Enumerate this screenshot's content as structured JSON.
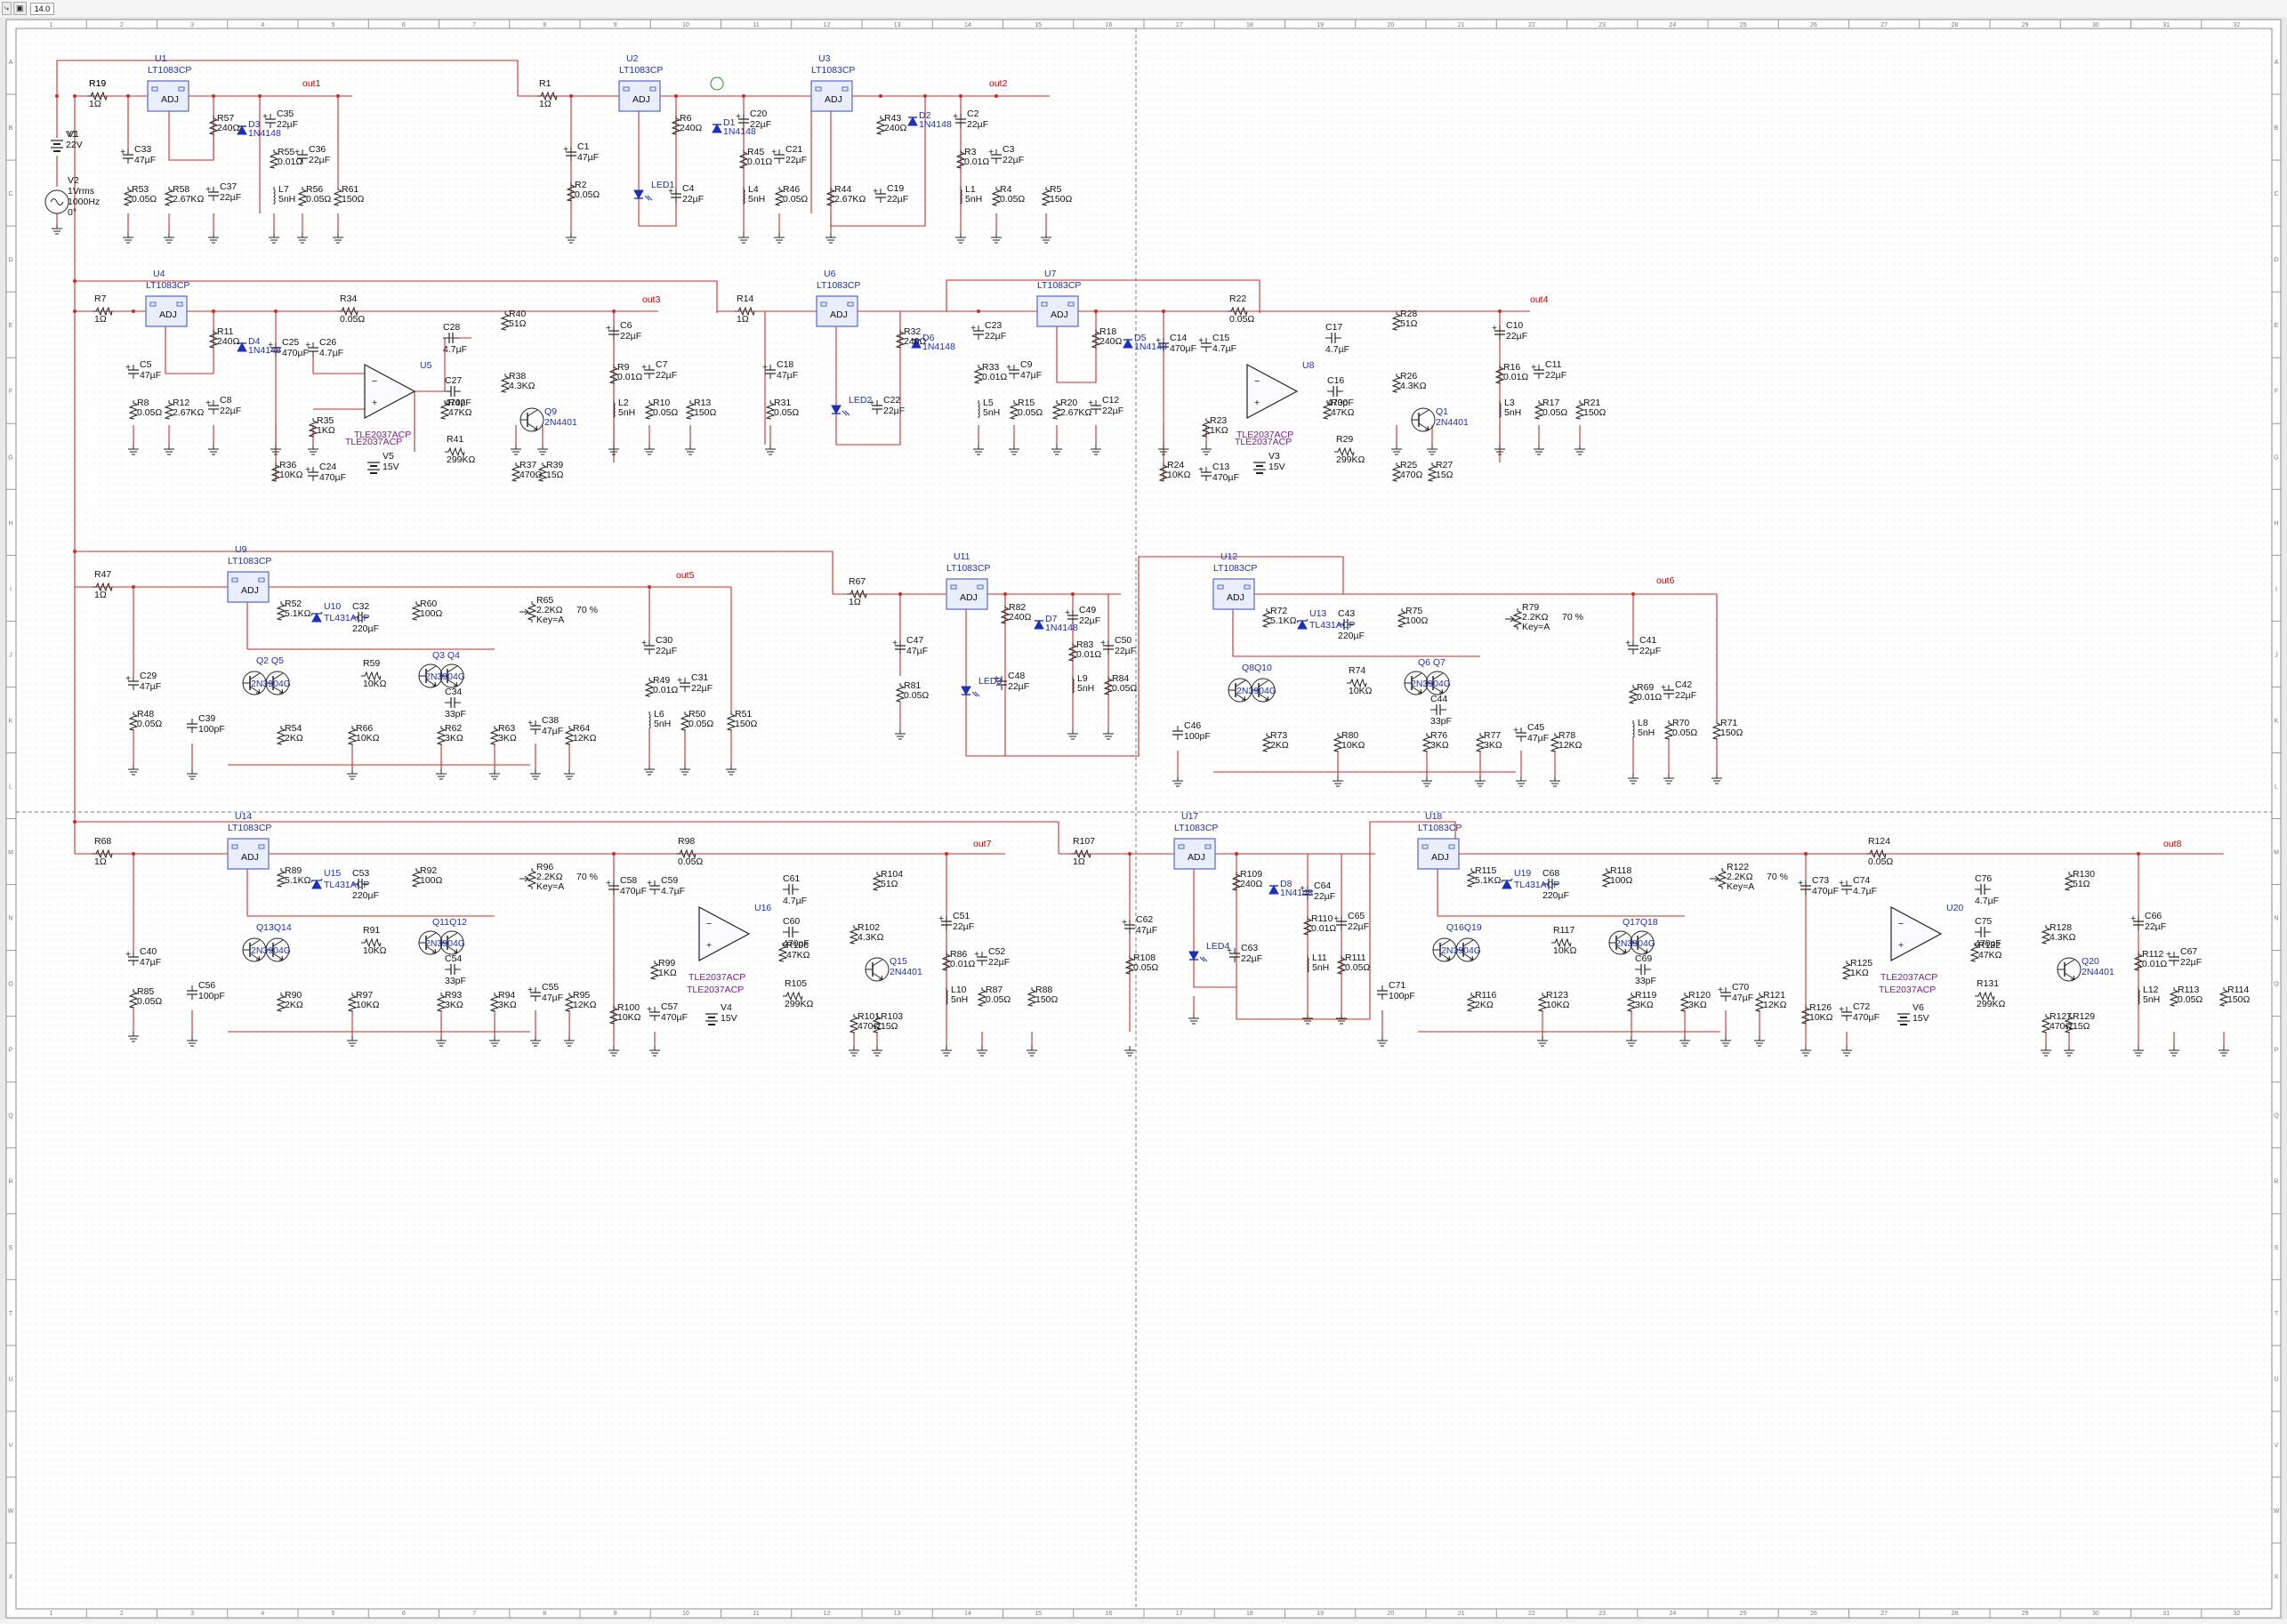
{
  "toolbar": {
    "buttons": [
      {
        "name": "hand-tool-icon",
        "label": "⤷"
      },
      {
        "name": "zoom-box-icon",
        "label": "▣"
      }
    ],
    "zoom_value": "14.0"
  },
  "colors": {
    "wire": "#cc2b2b",
    "component": "#222222",
    "reference": "#1f2fb5",
    "net_label": "#cc0000",
    "opamp_part": "#7a1f8a",
    "ic_fill": "#e8eefc",
    "ic_stroke": "#5566cc",
    "grid_dot": "#d2d2d2",
    "sheet_bg": "#ffffff"
  },
  "col_labels": [
    "1",
    "2",
    "3",
    "4",
    "5",
    "6",
    "7",
    "8",
    "9",
    "10",
    "11",
    "12",
    "13",
    "14",
    "15",
    "16",
    "17",
    "18",
    "19",
    "20",
    "21",
    "22",
    "23",
    "24",
    "25",
    "26",
    "27",
    "28",
    "29",
    "30",
    "31",
    "32"
  ],
  "row_labels": [
    "A",
    "B",
    "C",
    "D",
    "E",
    "F",
    "G",
    "H",
    "I",
    "J",
    "K",
    "L",
    "M",
    "N",
    "O",
    "P",
    "Q",
    "R",
    "S",
    "T",
    "U",
    "V",
    "W",
    "X"
  ],
  "sources": {
    "v1": {
      "ref": "V1",
      "value": "22V"
    },
    "v2": {
      "ref": "V2",
      "l1": "1Vrms",
      "l2": "1000Hz",
      "l3": "0°"
    }
  },
  "nets": [
    "out1",
    "out2",
    "out3",
    "out4",
    "out5",
    "out6",
    "out7",
    "out8"
  ],
  "regulators": [
    {
      "ref": "U1",
      "part": "LT1083CP"
    },
    {
      "ref": "U2",
      "part": "LT1083CP"
    },
    {
      "ref": "U3",
      "part": "LT1083CP"
    },
    {
      "ref": "U4",
      "part": "LT1083CP"
    },
    {
      "ref": "U6",
      "part": "LT1083CP"
    },
    {
      "ref": "U7",
      "part": "LT1083CP"
    },
    {
      "ref": "U9",
      "part": "LT1083CP"
    },
    {
      "ref": "U11",
      "part": "LT1083CP"
    },
    {
      "ref": "U12",
      "part": "LT1083CP"
    },
    {
      "ref": "U14",
      "part": "LT1083CP"
    },
    {
      "ref": "U17",
      "part": "LT1083CP"
    },
    {
      "ref": "U18",
      "part": "LT1083CP"
    }
  ],
  "regulator_pin_text": "ADJ",
  "opamps": [
    {
      "ref": "U5",
      "part": "TLE2037ACP"
    },
    {
      "ref": "U8",
      "part": "TLE2037ACP"
    },
    {
      "ref": "U16",
      "part": "TLE2037ACP"
    },
    {
      "ref": "U20",
      "part": "TLE2037ACP"
    }
  ],
  "shunt_refs": [
    {
      "ref": "U10",
      "part": "TL431ACP"
    },
    {
      "ref": "U13",
      "part": "TL431ACP"
    },
    {
      "ref": "U15",
      "part": "TL431ACP"
    },
    {
      "ref": "U19",
      "part": "TL431ACP"
    }
  ],
  "diodes": [
    {
      "ref": "D1",
      "part": "1N4148"
    },
    {
      "ref": "D2",
      "part": "1N4148"
    },
    {
      "ref": "D3",
      "part": "1N4148"
    },
    {
      "ref": "D4",
      "part": "1N4148"
    },
    {
      "ref": "D5",
      "part": "1N4148"
    },
    {
      "ref": "D6",
      "part": "1N4148"
    },
    {
      "ref": "D7",
      "part": "1N4148"
    },
    {
      "ref": "D8",
      "part": "1N4148"
    }
  ],
  "leds": [
    "LED1",
    "LED2",
    "LED3",
    "LED4"
  ],
  "batteries": [
    {
      "ref": "V5",
      "value": "15V"
    },
    {
      "ref": "V3",
      "value": "15V"
    },
    {
      "ref": "V4",
      "value": "15V"
    },
    {
      "ref": "V6",
      "value": "15V"
    }
  ],
  "transistors_single": [
    {
      "ref": "Q9",
      "part": "2N4401"
    },
    {
      "ref": "Q1",
      "part": "2N4401"
    },
    {
      "ref": "Q15",
      "part": "2N4401"
    },
    {
      "ref": "Q20",
      "part": "2N4401"
    }
  ],
  "transistor_pairs": [
    {
      "refs": "Q2 Q5",
      "part": "2N3904G"
    },
    {
      "refs": "Q3 Q4",
      "part": "2N3904G"
    },
    {
      "refs": "Q8Q10",
      "part": "2N3904G"
    },
    {
      "refs": "Q6 Q7",
      "part": "2N3904G"
    },
    {
      "refs": "Q13Q14",
      "part": "2N3904G"
    },
    {
      "refs": "Q11Q12",
      "part": "2N3904G"
    },
    {
      "refs": "Q16Q19",
      "part": "2N3904G"
    },
    {
      "refs": "Q17Q18",
      "part": "2N3904G"
    }
  ],
  "pots": [
    {
      "ref": "R65",
      "value": "2.2KΩ",
      "key": "Key=A",
      "pct": "70 %"
    },
    {
      "ref": "R79",
      "value": "2.2KΩ",
      "key": "Key=A",
      "pct": "70 %"
    },
    {
      "ref": "R96",
      "value": "2.2KΩ",
      "key": "Key=A",
      "pct": "70 %"
    },
    {
      "ref": "R122",
      "value": "2.2KΩ",
      "key": "Key=A",
      "pct": "70 %"
    }
  ],
  "parts": [
    {
      "ref": "R19",
      "value": "1Ω"
    },
    {
      "ref": "R1",
      "value": "1Ω"
    },
    {
      "ref": "R7",
      "value": "1Ω"
    },
    {
      "ref": "R14",
      "value": "1Ω"
    },
    {
      "ref": "R47",
      "value": "1Ω"
    },
    {
      "ref": "R67",
      "value": "1Ω"
    },
    {
      "ref": "R68",
      "value": "1Ω"
    },
    {
      "ref": "R107",
      "value": "1Ω"
    },
    {
      "ref": "R57",
      "value": "240Ω"
    },
    {
      "ref": "R6",
      "value": "240Ω"
    },
    {
      "ref": "R43",
      "value": "240Ω"
    },
    {
      "ref": "R11",
      "value": "240Ω"
    },
    {
      "ref": "R32",
      "value": "240Ω"
    },
    {
      "ref": "R18",
      "value": "240Ω"
    },
    {
      "ref": "R82",
      "value": "240Ω"
    },
    {
      "ref": "R109",
      "value": "240Ω"
    },
    {
      "ref": "R58",
      "value": "2.67KΩ"
    },
    {
      "ref": "R44",
      "value": "2.67KΩ"
    },
    {
      "ref": "R12",
      "value": "2.67KΩ"
    },
    {
      "ref": "R20",
      "value": "2.67KΩ"
    },
    {
      "ref": "R55",
      "value": "0.01Ω"
    },
    {
      "ref": "R45",
      "value": "0.01Ω"
    },
    {
      "ref": "R3",
      "value": "0.01Ω"
    },
    {
      "ref": "R9",
      "value": "0.01Ω"
    },
    {
      "ref": "R33",
      "value": "0.01Ω"
    },
    {
      "ref": "R16",
      "value": "0.01Ω"
    },
    {
      "ref": "R49",
      "value": "0.01Ω"
    },
    {
      "ref": "R83",
      "value": "0.01Ω"
    },
    {
      "ref": "R69",
      "value": "0.01Ω"
    },
    {
      "ref": "R86",
      "value": "0.01Ω"
    },
    {
      "ref": "R110",
      "value": "0.01Ω"
    },
    {
      "ref": "R112",
      "value": "0.01Ω"
    },
    {
      "ref": "R53",
      "value": "0.05Ω"
    },
    {
      "ref": "R56",
      "value": "0.05Ω"
    },
    {
      "ref": "R2",
      "value": "0.05Ω"
    },
    {
      "ref": "R46",
      "value": "0.05Ω"
    },
    {
      "ref": "R4",
      "value": "0.05Ω"
    },
    {
      "ref": "R8",
      "value": "0.05Ω"
    },
    {
      "ref": "R10",
      "value": "0.05Ω"
    },
    {
      "ref": "R31",
      "value": "0.05Ω"
    },
    {
      "ref": "R15",
      "value": "0.05Ω"
    },
    {
      "ref": "R17",
      "value": "0.05Ω"
    },
    {
      "ref": "R34",
      "value": "0.05Ω"
    },
    {
      "ref": "R22",
      "value": "0.05Ω"
    },
    {
      "ref": "R48",
      "value": "0.05Ω"
    },
    {
      "ref": "R50",
      "value": "0.05Ω"
    },
    {
      "ref": "R81",
      "value": "0.05Ω"
    },
    {
      "ref": "R84",
      "value": "0.05Ω"
    },
    {
      "ref": "R70",
      "value": "0.05Ω"
    },
    {
      "ref": "R85",
      "value": "0.05Ω"
    },
    {
      "ref": "R98",
      "value": "0.05Ω"
    },
    {
      "ref": "R87",
      "value": "0.05Ω"
    },
    {
      "ref": "R108",
      "value": "0.05Ω"
    },
    {
      "ref": "R111",
      "value": "0.05Ω"
    },
    {
      "ref": "R124",
      "value": "0.05Ω"
    },
    {
      "ref": "R113",
      "value": "0.05Ω"
    },
    {
      "ref": "R61",
      "value": "150Ω"
    },
    {
      "ref": "R5",
      "value": "150Ω"
    },
    {
      "ref": "R13",
      "value": "150Ω"
    },
    {
      "ref": "R21",
      "value": "150Ω"
    },
    {
      "ref": "R51",
      "value": "150Ω"
    },
    {
      "ref": "R71",
      "value": "150Ω"
    },
    {
      "ref": "R88",
      "value": "150Ω"
    },
    {
      "ref": "R114",
      "value": "150Ω"
    },
    {
      "ref": "R40",
      "value": "51Ω"
    },
    {
      "ref": "R28",
      "value": "51Ω"
    },
    {
      "ref": "R104",
      "value": "51Ω"
    },
    {
      "ref": "R130",
      "value": "51Ω"
    },
    {
      "ref": "R38",
      "value": "4.3KΩ"
    },
    {
      "ref": "R26",
      "value": "4.3KΩ"
    },
    {
      "ref": "R102",
      "value": "4.3KΩ"
    },
    {
      "ref": "R128",
      "value": "4.3KΩ"
    },
    {
      "ref": "R35",
      "value": "1KΩ"
    },
    {
      "ref": "R23",
      "value": "1KΩ"
    },
    {
      "ref": "R99",
      "value": "1KΩ"
    },
    {
      "ref": "R125",
      "value": "1KΩ"
    },
    {
      "ref": "R36",
      "value": "10KΩ"
    },
    {
      "ref": "R24",
      "value": "10KΩ"
    },
    {
      "ref": "R100",
      "value": "10KΩ"
    },
    {
      "ref": "R126",
      "value": "10KΩ"
    },
    {
      "ref": "R41",
      "value": "299KΩ"
    },
    {
      "ref": "R29",
      "value": "299KΩ"
    },
    {
      "ref": "R105",
      "value": "299KΩ"
    },
    {
      "ref": "R131",
      "value": "299KΩ"
    },
    {
      "ref": "R42",
      "value": "47KΩ"
    },
    {
      "ref": "R30",
      "value": "47KΩ"
    },
    {
      "ref": "R106",
      "value": "47KΩ"
    },
    {
      "ref": "R132",
      "value": "47KΩ"
    },
    {
      "ref": "R37",
      "value": "470Ω"
    },
    {
      "ref": "R25",
      "value": "470Ω"
    },
    {
      "ref": "R101",
      "value": "470Ω"
    },
    {
      "ref": "R127",
      "value": "470Ω"
    },
    {
      "ref": "R39",
      "value": "15Ω"
    },
    {
      "ref": "R27",
      "value": "15Ω"
    },
    {
      "ref": "R103",
      "value": "15Ω"
    },
    {
      "ref": "R129",
      "value": "15Ω"
    },
    {
      "ref": "R52",
      "value": "5.1KΩ"
    },
    {
      "ref": "R72",
      "value": "5.1KΩ"
    },
    {
      "ref": "R89",
      "value": "5.1KΩ"
    },
    {
      "ref": "R115",
      "value": "5.1KΩ"
    },
    {
      "ref": "R60",
      "value": "100Ω"
    },
    {
      "ref": "R75",
      "value": "100Ω"
    },
    {
      "ref": "R92",
      "value": "100Ω"
    },
    {
      "ref": "R118",
      "value": "100Ω"
    },
    {
      "ref": "R59",
      "value": "10KΩ"
    },
    {
      "ref": "R74",
      "value": "10KΩ"
    },
    {
      "ref": "R91",
      "value": "10KΩ"
    },
    {
      "ref": "R117",
      "value": "10KΩ"
    },
    {
      "ref": "R54",
      "value": "2KΩ"
    },
    {
      "ref": "R73",
      "value": "2KΩ"
    },
    {
      "ref": "R90",
      "value": "2KΩ"
    },
    {
      "ref": "R116",
      "value": "2KΩ"
    },
    {
      "ref": "R66",
      "value": "10KΩ"
    },
    {
      "ref": "R80",
      "value": "10KΩ"
    },
    {
      "ref": "R97",
      "value": "10KΩ"
    },
    {
      "ref": "R123",
      "value": "10KΩ"
    },
    {
      "ref": "R62",
      "value": "3KΩ"
    },
    {
      "ref": "R63",
      "value": "3KΩ"
    },
    {
      "ref": "R76",
      "value": "3KΩ"
    },
    {
      "ref": "R77",
      "value": "3KΩ"
    },
    {
      "ref": "R93",
      "value": "3KΩ"
    },
    {
      "ref": "R94",
      "value": "3KΩ"
    },
    {
      "ref": "R119",
      "value": "3KΩ"
    },
    {
      "ref": "R120",
      "value": "3KΩ"
    },
    {
      "ref": "R64",
      "value": "12KΩ"
    },
    {
      "ref": "R78",
      "value": "12KΩ"
    },
    {
      "ref": "R95",
      "value": "12KΩ"
    },
    {
      "ref": "R121",
      "value": "12KΩ"
    },
    {
      "ref": "C35",
      "value": "22µF"
    },
    {
      "ref": "C36",
      "value": "22µF"
    },
    {
      "ref": "C37",
      "value": "22µF"
    },
    {
      "ref": "C20",
      "value": "22µF"
    },
    {
      "ref": "C21",
      "value": "22µF"
    },
    {
      "ref": "C19",
      "value": "22µF"
    },
    {
      "ref": "C4",
      "value": "22µF"
    },
    {
      "ref": "C2",
      "value": "22µF"
    },
    {
      "ref": "C3",
      "value": "22µF"
    },
    {
      "ref": "C8",
      "value": "22µF"
    },
    {
      "ref": "C6",
      "value": "22µF"
    },
    {
      "ref": "C7",
      "value": "22µF"
    },
    {
      "ref": "C22",
      "value": "22µF"
    },
    {
      "ref": "C23",
      "value": "22µF"
    },
    {
      "ref": "C12",
      "value": "22µF"
    },
    {
      "ref": "C10",
      "value": "22µF"
    },
    {
      "ref": "C11",
      "value": "22µF"
    },
    {
      "ref": "C30",
      "value": "22µF"
    },
    {
      "ref": "C31",
      "value": "22µF"
    },
    {
      "ref": "C48",
      "value": "22µF"
    },
    {
      "ref": "C49",
      "value": "22µF"
    },
    {
      "ref": "C50",
      "value": "22µF"
    },
    {
      "ref": "C41",
      "value": "22µF"
    },
    {
      "ref": "C42",
      "value": "22µF"
    },
    {
      "ref": "C51",
      "value": "22µF"
    },
    {
      "ref": "C52",
      "value": "22µF"
    },
    {
      "ref": "C63",
      "value": "22µF"
    },
    {
      "ref": "C64",
      "value": "22µF"
    },
    {
      "ref": "C65",
      "value": "22µF"
    },
    {
      "ref": "C66",
      "value": "22µF"
    },
    {
      "ref": "C67",
      "value": "22µF"
    },
    {
      "ref": "C33",
      "value": "47µF"
    },
    {
      "ref": "C1",
      "value": "47µF"
    },
    {
      "ref": "C5",
      "value": "47µF"
    },
    {
      "ref": "C18",
      "value": "47µF"
    },
    {
      "ref": "C9",
      "value": "47µF"
    },
    {
      "ref": "C29",
      "value": "47µF"
    },
    {
      "ref": "C47",
      "value": "47µF"
    },
    {
      "ref": "C38",
      "value": "47µF"
    },
    {
      "ref": "C45",
      "value": "47µF"
    },
    {
      "ref": "C40",
      "value": "47µF"
    },
    {
      "ref": "C62",
      "value": "47µF"
    },
    {
      "ref": "C55",
      "value": "47µF"
    },
    {
      "ref": "C70",
      "value": "47µF"
    },
    {
      "ref": "C25",
      "value": "470µF"
    },
    {
      "ref": "C24",
      "value": "470µF"
    },
    {
      "ref": "C14",
      "value": "470µF"
    },
    {
      "ref": "C13",
      "value": "470µF"
    },
    {
      "ref": "C58",
      "value": "470µF"
    },
    {
      "ref": "C57",
      "value": "470µF"
    },
    {
      "ref": "C73",
      "value": "470µF"
    },
    {
      "ref": "C72",
      "value": "470µF"
    },
    {
      "ref": "C26",
      "value": "4.7µF"
    },
    {
      "ref": "C28",
      "value": "4.7µF"
    },
    {
      "ref": "C27",
      "value": "470pF"
    },
    {
      "ref": "C15",
      "value": "4.7µF"
    },
    {
      "ref": "C17",
      "value": "4.7µF"
    },
    {
      "ref": "C16",
      "value": "470pF"
    },
    {
      "ref": "C59",
      "value": "4.7µF"
    },
    {
      "ref": "C61",
      "value": "4.7µF"
    },
    {
      "ref": "C60",
      "value": "470pF"
    },
    {
      "ref": "C74",
      "value": "4.7µF"
    },
    {
      "ref": "C76",
      "value": "4.7µF"
    },
    {
      "ref": "C75",
      "value": "470pF"
    },
    {
      "ref": "C32",
      "value": "220µF"
    },
    {
      "ref": "C43",
      "value": "220µF"
    },
    {
      "ref": "C53",
      "value": "220µF"
    },
    {
      "ref": "C68",
      "value": "220µF"
    },
    {
      "ref": "C34",
      "value": "33pF"
    },
    {
      "ref": "C44",
      "value": "33pF"
    },
    {
      "ref": "C54",
      "value": "33pF"
    },
    {
      "ref": "C69",
      "value": "33pF"
    },
    {
      "ref": "C39",
      "value": "100pF"
    },
    {
      "ref": "C46",
      "value": "100pF"
    },
    {
      "ref": "C56",
      "value": "100pF"
    },
    {
      "ref": "C71",
      "value": "100pF"
    },
    {
      "ref": "L7",
      "value": "5nH"
    },
    {
      "ref": "L4",
      "value": "5nH"
    },
    {
      "ref": "L1",
      "value": "5nH"
    },
    {
      "ref": "L2",
      "value": "5nH"
    },
    {
      "ref": "L5",
      "value": "5nH"
    },
    {
      "ref": "L3",
      "value": "5nH"
    },
    {
      "ref": "L6",
      "value": "5nH"
    },
    {
      "ref": "L9",
      "value": "5nH"
    },
    {
      "ref": "L8",
      "value": "5nH"
    },
    {
      "ref": "L10",
      "value": "5nH"
    },
    {
      "ref": "L11",
      "value": "5nH"
    },
    {
      "ref": "L12",
      "value": "5nH"
    }
  ]
}
